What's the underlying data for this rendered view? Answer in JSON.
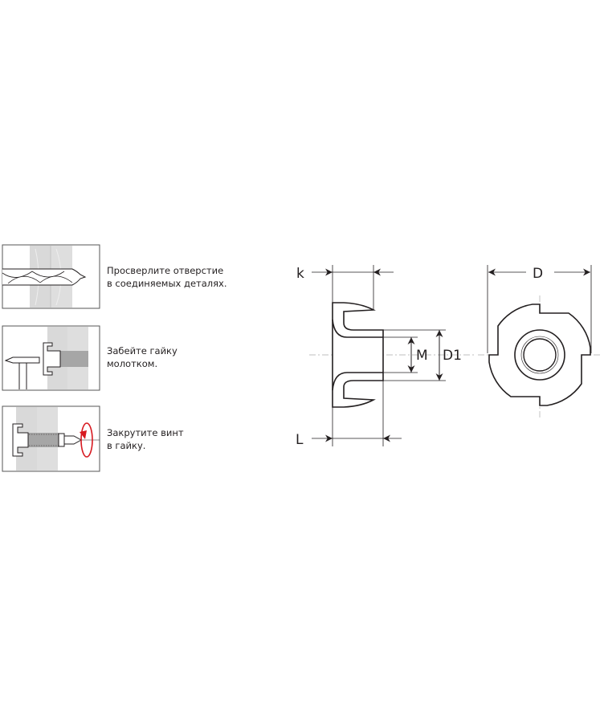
{
  "instructions": [
    {
      "line1": "Просверлите отверстие",
      "line2": "в соединяемых деталях."
    },
    {
      "line1": "Забейте гайку",
      "line2": "молотком."
    },
    {
      "line1": "Закрутите винт",
      "line2": "в гайку."
    }
  ],
  "dimensions": {
    "k": "k",
    "L": "L",
    "M": "M",
    "D1": "D1",
    "D": "D"
  },
  "colors": {
    "line": "#231f20",
    "wood": "#d9d9d9",
    "hole": "#a6a6a6",
    "arrow_red": "#d71920"
  }
}
